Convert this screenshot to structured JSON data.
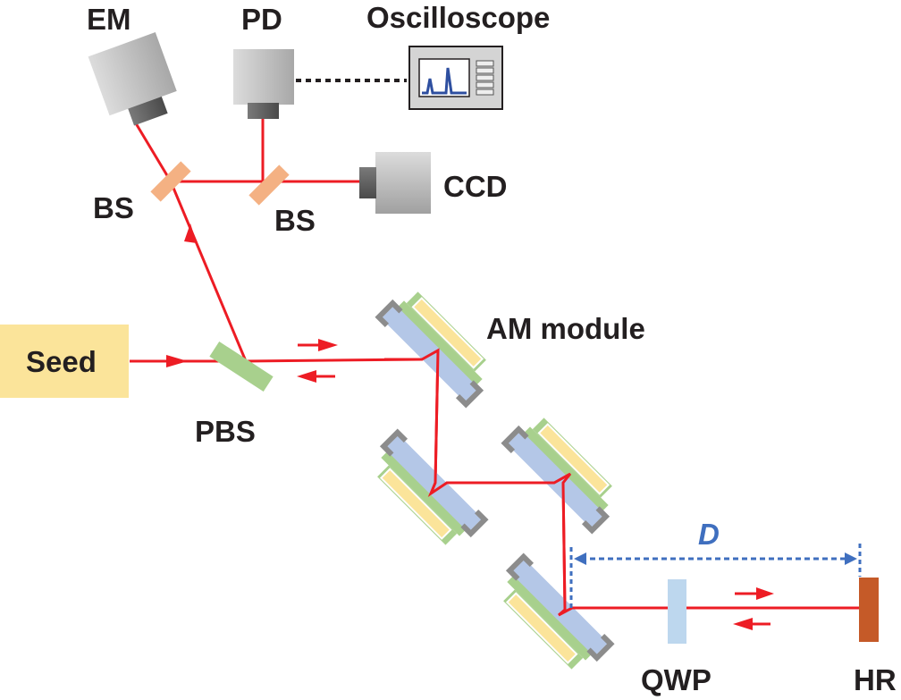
{
  "labels": {
    "em": "EM",
    "pd": "PD",
    "oscilloscope": "Oscilloscope",
    "bs_left": "BS",
    "bs_right": "BS",
    "ccd": "CCD",
    "seed": "Seed",
    "pbs": "PBS",
    "am_module": "AM module",
    "distance": "D",
    "qwp": "QWP",
    "hr": "HR"
  },
  "colors": {
    "beam": "#ed1c24",
    "seed_box": "#fbe49a",
    "beam_splitter": "#f4b183",
    "pbs": "#a8d08d",
    "qwp": "#bdd7ee",
    "hr": "#c55a28",
    "am_green": "#a8d08d",
    "am_blue": "#b4c7e7",
    "am_yellow": "#fbe49a",
    "am_gray": "#8c8c8c",
    "distance_marker": "#3f6fbf"
  }
}
